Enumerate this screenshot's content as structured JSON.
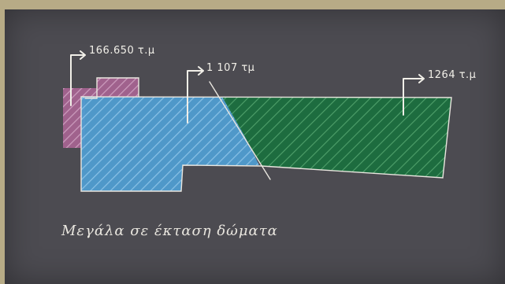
{
  "labels": {
    "pink_area": "166.650 τ.μ",
    "blue_area": "1 107 τμ",
    "green_area": "1264 τ.μ"
  },
  "caption": "Μεγάλα σε έκταση δώματα",
  "colors": {
    "board": "#4c4b51",
    "pink_fill": "#b06b9a",
    "blue_fill": "#5aa6d8",
    "green_fill": "#1f7a45",
    "chalk": "#f1efe8"
  }
}
